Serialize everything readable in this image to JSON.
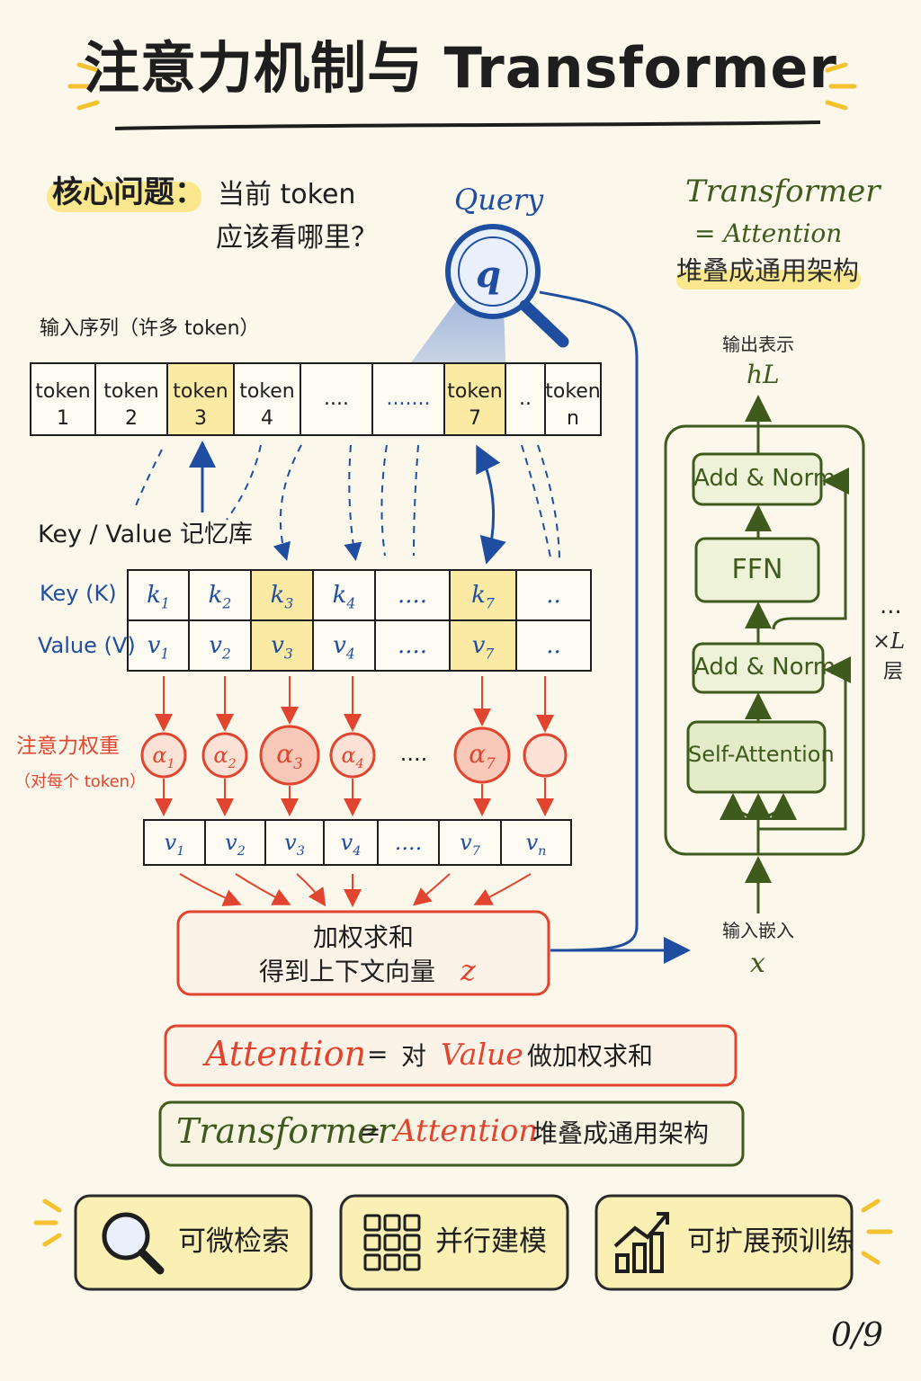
{
  "title": "注意力机制与 Transformer",
  "core": {
    "label": "核心问题：",
    "question_line1": "当前 token",
    "question_line2": "应该看哪里？"
  },
  "query": {
    "word": "Query",
    "symbol": "q"
  },
  "transformer_header": {
    "line1": "Transformer",
    "line2": "= Attention",
    "line3": "堆叠成通用架构"
  },
  "sequence": {
    "label": "输入序列（许多 token）",
    "tokens": [
      {
        "top": "token",
        "bottom": "1",
        "highlight": false
      },
      {
        "top": "token",
        "bottom": "2",
        "highlight": false
      },
      {
        "top": "token",
        "bottom": "3",
        "highlight": true
      },
      {
        "top": "token",
        "bottom": "4",
        "highlight": false
      },
      {
        "top": "....",
        "bottom": "",
        "highlight": false
      },
      {
        "top": ".......",
        "bottom": "",
        "highlight": false
      },
      {
        "top": "token",
        "bottom": "7",
        "highlight": true
      },
      {
        "top": "..",
        "bottom": "",
        "highlight": false
      },
      {
        "top": "token",
        "bottom": "n",
        "highlight": false
      }
    ]
  },
  "kv": {
    "title": "Key / Value 记忆库",
    "key_label": "Key (K)",
    "value_label": "Value (V)",
    "keys": [
      "k1",
      "k2",
      "k3",
      "k4",
      "....",
      "k7",
      ".."
    ],
    "values": [
      "v1",
      "v2",
      "v3",
      "v4",
      "....",
      "v7",
      ".."
    ],
    "highlight_cols": [
      2,
      5
    ]
  },
  "attention": {
    "label": "注意力权重",
    "sublabel": "（对每个 token）",
    "weights": [
      "α1",
      "α2",
      "α3",
      "α4",
      "....",
      "α7",
      ""
    ]
  },
  "weighted_values": [
    "v1",
    "v2",
    "v3",
    "v4",
    "....",
    "v7",
    "vn"
  ],
  "weighted_sum": {
    "line1": "加权求和",
    "line2": "得到上下文向量",
    "symbol": "z"
  },
  "equations": {
    "eq1": {
      "a": "Attention",
      "b": "=",
      "c": "对",
      "d": "Value",
      "e": "做加权求和"
    },
    "eq2": {
      "a": "Transformer",
      "b": "=",
      "c": "Attention",
      "d": "堆叠成通用架构"
    }
  },
  "transformer_block": {
    "output_label": "输出表示",
    "output_symbol": "hL",
    "blocks": [
      "Add & Norm",
      "FFN",
      "Add & Norm",
      "Self-Attention"
    ],
    "repeat_dots": "...",
    "repeat_label": "×L",
    "repeat_unit": "层",
    "input_label": "输入嵌入",
    "input_symbol": "x"
  },
  "cards": [
    {
      "icon": "magnifier-icon",
      "label": "可微检索"
    },
    {
      "icon": "grid-icon",
      "label": "并行建模"
    },
    {
      "icon": "growth-chart-icon",
      "label": "可扩展预训练"
    }
  ],
  "page_indicator": "0/9",
  "colors": {
    "blue": "#1f4ea1",
    "red": "#e2452f",
    "green": "#3f5a1d",
    "yellow": "#fbe88e",
    "background": "#fbf7ea"
  }
}
